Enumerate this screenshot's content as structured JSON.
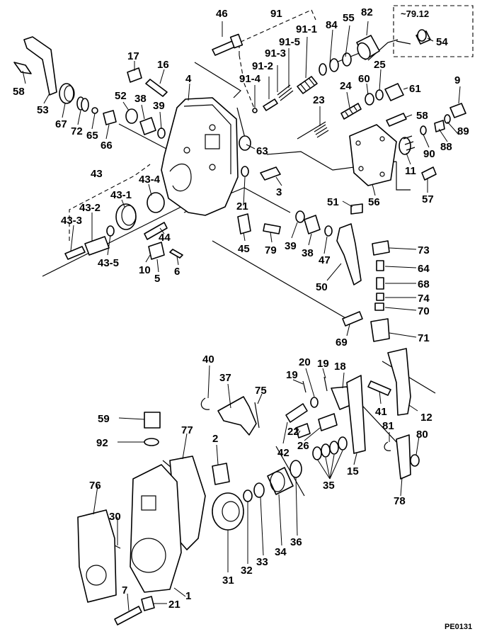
{
  "title": "",
  "figure_code": "PE0131",
  "inset_note": "~79.12",
  "labels": {
    "l46": "46",
    "l91": "91",
    "l82": "82",
    "l84": "84",
    "l55": "55",
    "l91_1": "91-1",
    "l91_5": "91-5",
    "l91_3": "91-3",
    "l91_2": "91-2",
    "l91_4": "91-4",
    "l54": "54",
    "l25": "25",
    "l60": "60",
    "l61": "61",
    "l9": "9",
    "l17": "17",
    "l16": "16",
    "l4": "4",
    "l58a": "58",
    "l58b": "58",
    "l53": "53",
    "l67": "67",
    "l72": "72",
    "l65": "65",
    "l66": "66",
    "l52": "52",
    "l38a": "38",
    "l39a": "39",
    "l23": "23",
    "l24": "24",
    "l89": "89",
    "l88": "88",
    "l90": "90",
    "l11": "11",
    "l56": "56",
    "l57": "57",
    "l63": "63",
    "l3": "3",
    "l43": "43",
    "l43_4": "43-4",
    "l43_1": "43-1",
    "l43_2": "43-2",
    "l43_3": "43-3",
    "l43_5": "43-5",
    "l44": "44",
    "l10": "10",
    "l5": "5",
    "l6": "6",
    "l21a": "21",
    "l45": "45",
    "l79": "79",
    "l39b": "39",
    "l38b": "38",
    "l47": "47",
    "l51": "51",
    "l50": "50",
    "l73": "73",
    "l64": "64",
    "l68": "68",
    "l74": "74",
    "l70": "70",
    "l71": "71",
    "l69": "69",
    "l40": "40",
    "l37": "37",
    "l75": "75",
    "l19a": "19",
    "l20": "20",
    "l19b": "19",
    "l18": "18",
    "l41": "41",
    "l12": "12",
    "l59": "59",
    "l92": "92",
    "l77": "77",
    "l2": "2",
    "l42": "42",
    "l22": "22",
    "l26": "26",
    "l81": "81",
    "l80": "80",
    "l15": "15",
    "l35": "35",
    "l78": "78",
    "l76": "76",
    "l30": "30",
    "l31": "31",
    "l32": "32",
    "l33": "33",
    "l34": "34",
    "l36": "36",
    "l1": "1",
    "l7": "7",
    "l21b": "21"
  }
}
